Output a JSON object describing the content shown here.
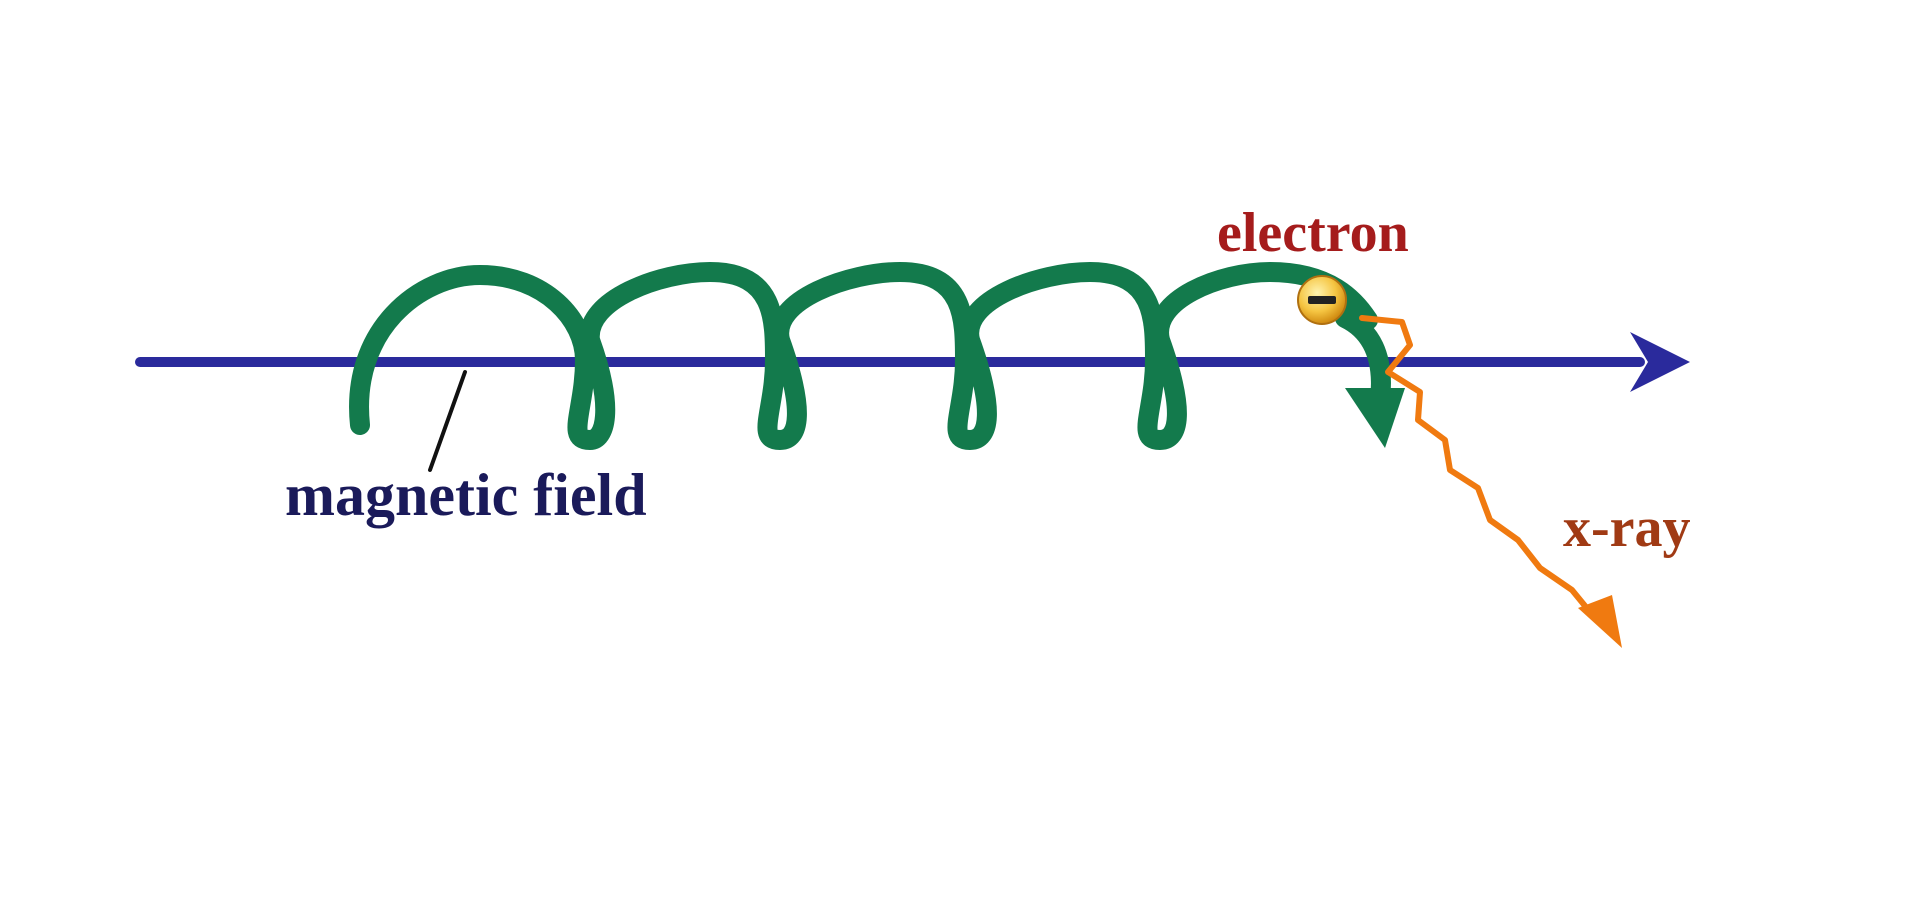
{
  "labels": {
    "magnetic_field": "magnetic field",
    "electron": "electron",
    "xray": "x-ray"
  },
  "colors": {
    "field_line": "#2a2a9c",
    "helix_path": "#137a4c",
    "photon": "#f07a10",
    "electron_fill": "#f5c542",
    "pointer": "#111111"
  },
  "icons": {
    "electron_marker": "negative-charge-sphere"
  }
}
